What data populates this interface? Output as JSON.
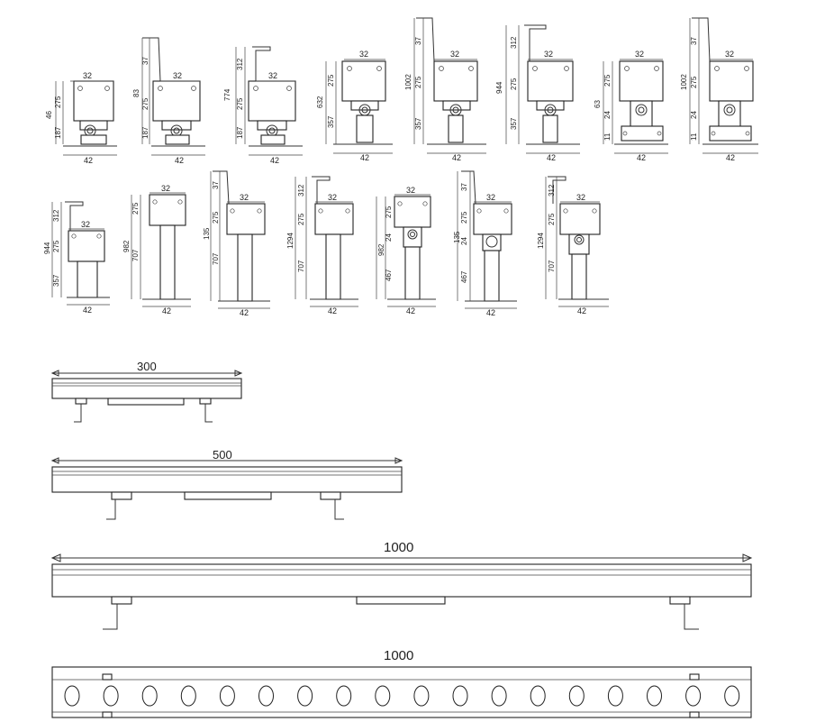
{
  "units": {
    "u1": {
      "top_width": "32",
      "bottom_width": "42",
      "heights": [
        "46",
        "275",
        "187"
      ]
    },
    "u2": {
      "top_width": "32",
      "bottom_width": "42",
      "heights": [
        "83",
        "37",
        "275",
        "187"
      ]
    },
    "u3": {
      "top_width": "32",
      "bottom_width": "42",
      "heights": [
        "774",
        "312",
        "275",
        "187"
      ]
    },
    "u4": {
      "top_width": "32",
      "bottom_width": "42",
      "heights": [
        "632",
        "275",
        "357"
      ]
    },
    "u5": {
      "top_width": "32",
      "bottom_width": "42",
      "heights": [
        "1002",
        "37",
        "275",
        "357"
      ]
    },
    "u6": {
      "top_width": "32",
      "bottom_width": "42",
      "heights": [
        "944",
        "312",
        "275",
        "357"
      ]
    },
    "u7": {
      "top_width": "32",
      "bottom_width": "42",
      "heights": [
        "63",
        "275",
        "24",
        "11"
      ]
    },
    "u8": {
      "top_width": "32",
      "bottom_width": "42",
      "heights": [
        "1002",
        "37",
        "275",
        "24",
        "11"
      ]
    },
    "u9": {
      "top_width": "32",
      "bottom_width": "42",
      "heights": [
        "944",
        "312",
        "275",
        "357"
      ]
    },
    "u10": {
      "top_width": "32",
      "bottom_width": "42",
      "heights": [
        "982",
        "275",
        "707"
      ]
    },
    "u11": {
      "top_width": "32",
      "bottom_width": "42",
      "heights": [
        "135",
        "37",
        "275",
        "707"
      ]
    },
    "u12": {
      "top_width": "32",
      "bottom_width": "42",
      "heights": [
        "1294",
        "312",
        "275",
        "707"
      ]
    },
    "u13": {
      "top_width": "32",
      "bottom_width": "42",
      "heights": [
        "982",
        "275",
        "24",
        "467"
      ]
    },
    "u14": {
      "top_width": "32",
      "bottom_width": "42",
      "heights": [
        "135",
        "37",
        "275",
        "24",
        "467"
      ]
    },
    "u15": {
      "top_width": "32",
      "bottom_width": "42",
      "heights": [
        "1294",
        "312",
        "275",
        "707"
      ]
    }
  },
  "bars": {
    "b300": "300",
    "b500": "500",
    "b1000": "1000",
    "front1000": "1000"
  }
}
